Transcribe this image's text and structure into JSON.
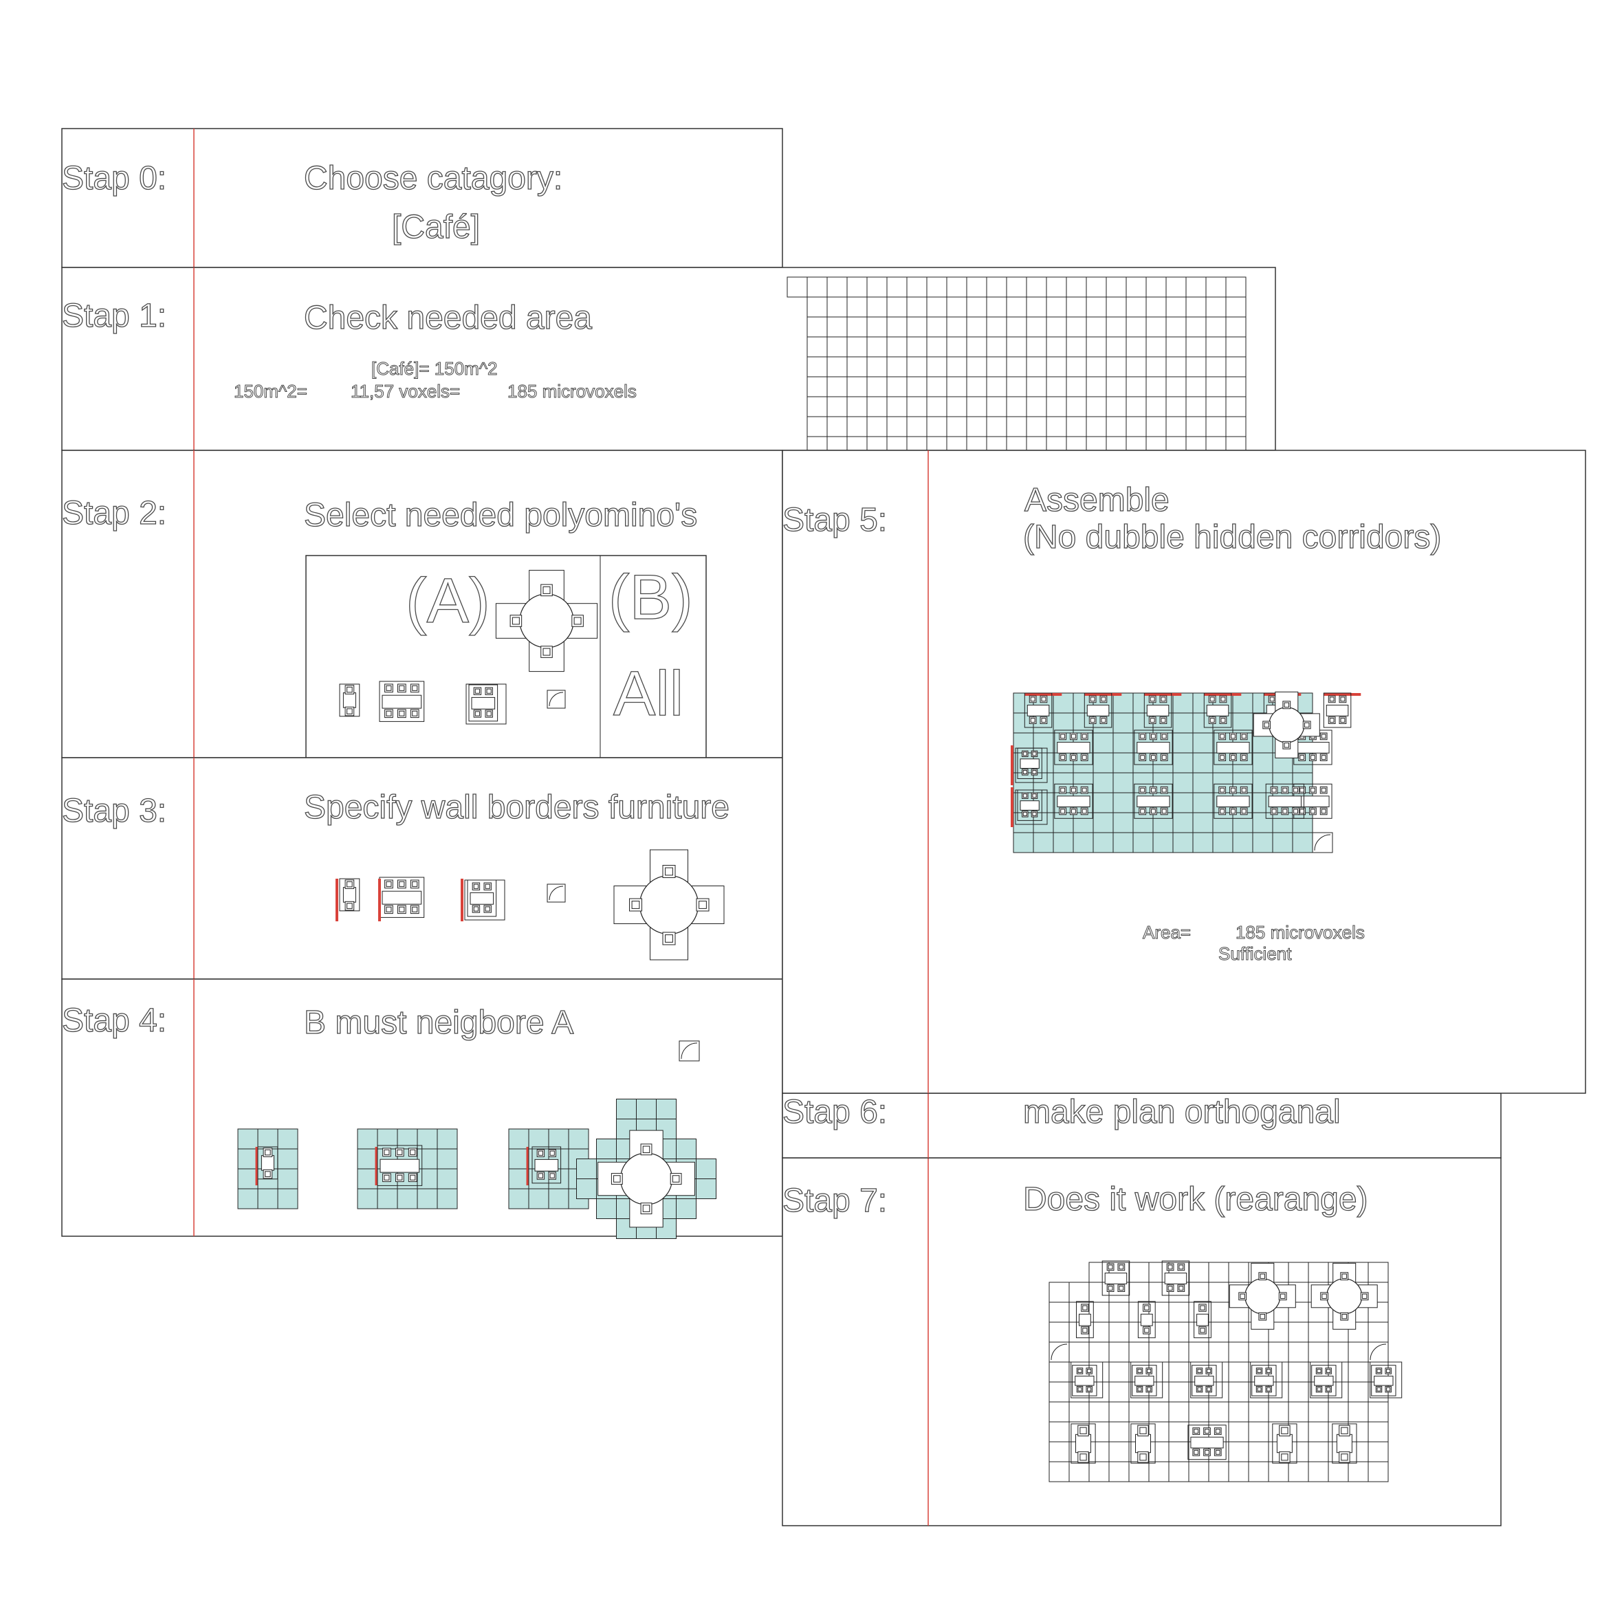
{
  "colors": {
    "voxel_fill": "#bfe3e0",
    "divider": "#d9423a",
    "line": "#222222",
    "text_outline": "#4a4a4a"
  },
  "steps": [
    {
      "label": "Stap 0:",
      "title": "Choose catagory:",
      "subtitle": "[Café]"
    },
    {
      "label": "Stap 1:",
      "title": "Check needed area",
      "formula": "[Café]= 150m^2",
      "area": "150m^2=",
      "voxels": "11,57 voxels=",
      "microvoxels": "185 microvoxels"
    },
    {
      "label": "Stap 2:",
      "title": "Select needed polyomino's",
      "group_a": "(A)",
      "group_b": "(B)",
      "group_b_value": "All"
    },
    {
      "label": "Stap 3:",
      "title": "Specify wall borders furniture"
    },
    {
      "label": "Stap 4:",
      "title": "B must neigbore A"
    },
    {
      "label": "Stap 5:",
      "title": "Assemble",
      "subtitle": "(No dubble hidden corridors)",
      "area_label": "Area=",
      "area_value": "185 microvoxels",
      "status": "Sufficient"
    },
    {
      "label": "Stap 6:",
      "title": "make plan orthoganal"
    },
    {
      "label": "Stap 7:",
      "title": "Does it work (rearange)"
    }
  ]
}
